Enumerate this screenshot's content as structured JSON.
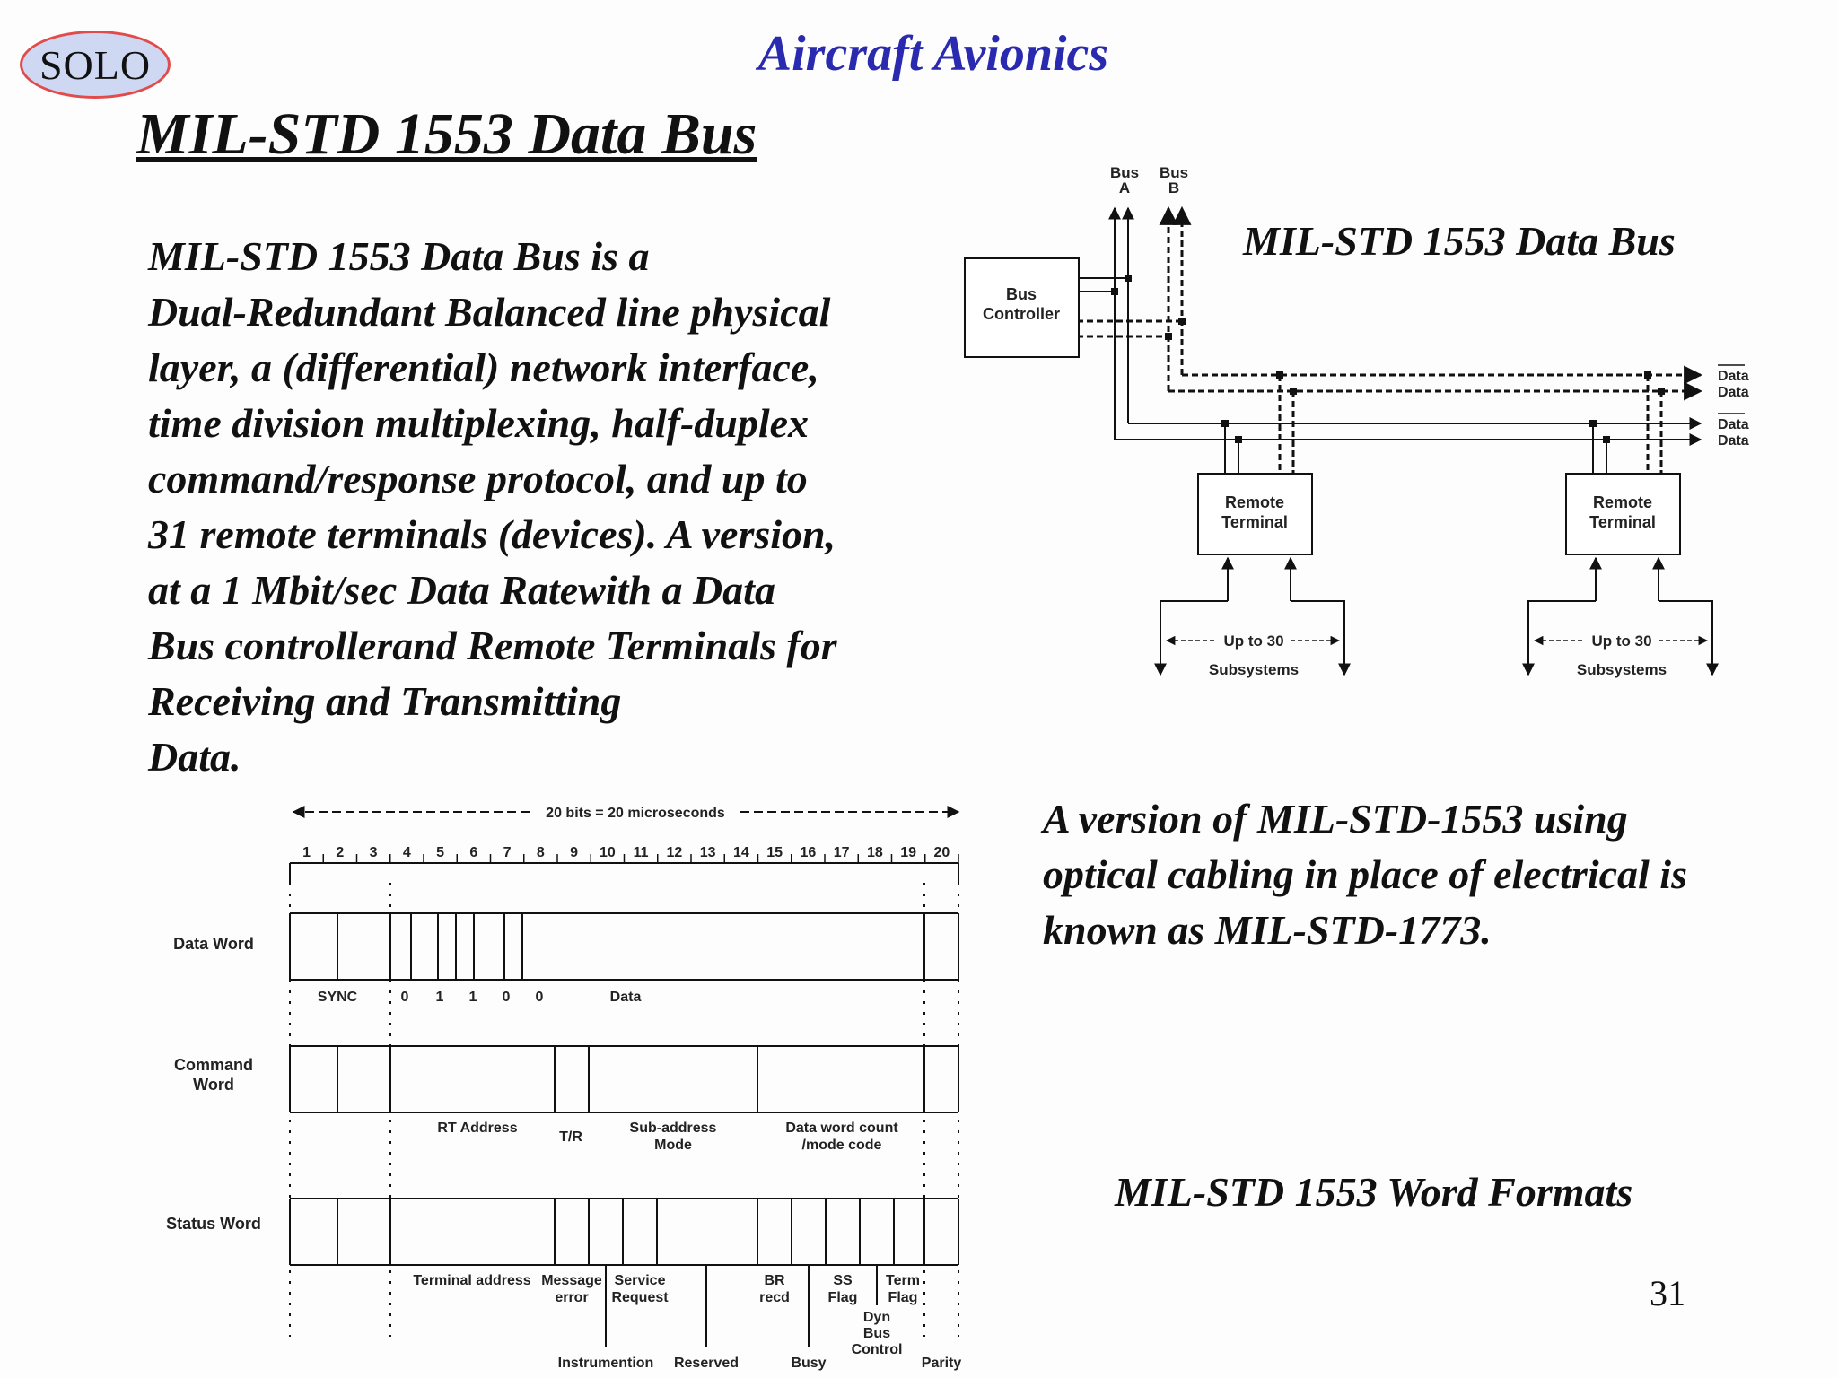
{
  "header": {
    "badge": "SOLO",
    "title": "Aircraft Avionics"
  },
  "slide": {
    "title": "MIL-STD 1553 Data Bus",
    "body_lines": [
      "MIL-STD 1553 Data Bus is a",
      "Dual-Redundant Balanced line physical",
      "layer, a (differential) network interface,",
      "time division multiplexing, half-duplex",
      "command/response protocol, and up to",
      "31 remote terminals (devices). A version,",
      "at a 1 Mbit/sec Data Ratewith a Data",
      "Bus controllerand Remote Terminals for",
      "Receiving and Transmitting",
      "Data."
    ],
    "diagram_caption": "MIL-STD 1553 Data Bus",
    "mil1773_lines": [
      "A version of MIL-STD-1553 using",
      "optical cabling in place of electrical is",
      "known as MIL-STD-1773."
    ],
    "formats_caption": "MIL-STD 1553 Word Formats",
    "page_number": "31"
  },
  "bus_diagram": {
    "bus_a": [
      "Bus",
      "A"
    ],
    "bus_b": [
      "Bus",
      "B"
    ],
    "controller": [
      "Bus",
      "Controller"
    ],
    "terminal": [
      "Remote",
      "Terminal"
    ],
    "up_to": "Up to 30",
    "subsystems": "Subsystems",
    "data_labels": [
      "Data",
      "Data",
      "Data",
      "Data"
    ]
  },
  "word_formats": {
    "span_label": "20 bits = 20 microseconds",
    "bits": [
      "1",
      "2",
      "3",
      "4",
      "5",
      "6",
      "7",
      "8",
      "9",
      "10",
      "11",
      "12",
      "13",
      "14",
      "15",
      "16",
      "17",
      "18",
      "19",
      "20"
    ],
    "rows": {
      "data_word": "Data Word",
      "command_word": [
        "Command",
        "Word"
      ],
      "status_word": "Status Word"
    },
    "data_fields": {
      "sync": "SYNC",
      "zero_a": "0",
      "one_a": "1",
      "one_b": "1",
      "zero_b": "0",
      "zero_c": "0",
      "data": "Data"
    },
    "command_fields": {
      "rt_address": "RT Address",
      "tr": "T/R",
      "subaddress": [
        "Sub-address",
        "Mode"
      ],
      "word_count": [
        "Data word count",
        "/mode code"
      ]
    },
    "status_fields": {
      "terminal_address": "Terminal address",
      "message_error": [
        "Message",
        "error"
      ],
      "service_request": [
        "Service",
        "Request"
      ],
      "br_recd": [
        "BR",
        "recd"
      ],
      "ss_flag": [
        "SS",
        "Flag"
      ],
      "term_flag": [
        "Term",
        "Flag"
      ],
      "dyn_bus": [
        "Dyn",
        "Bus",
        "Control"
      ],
      "instrumentation": "Instrumention",
      "reserved": "Reserved",
      "busy": "Busy",
      "parity": "Parity"
    }
  }
}
